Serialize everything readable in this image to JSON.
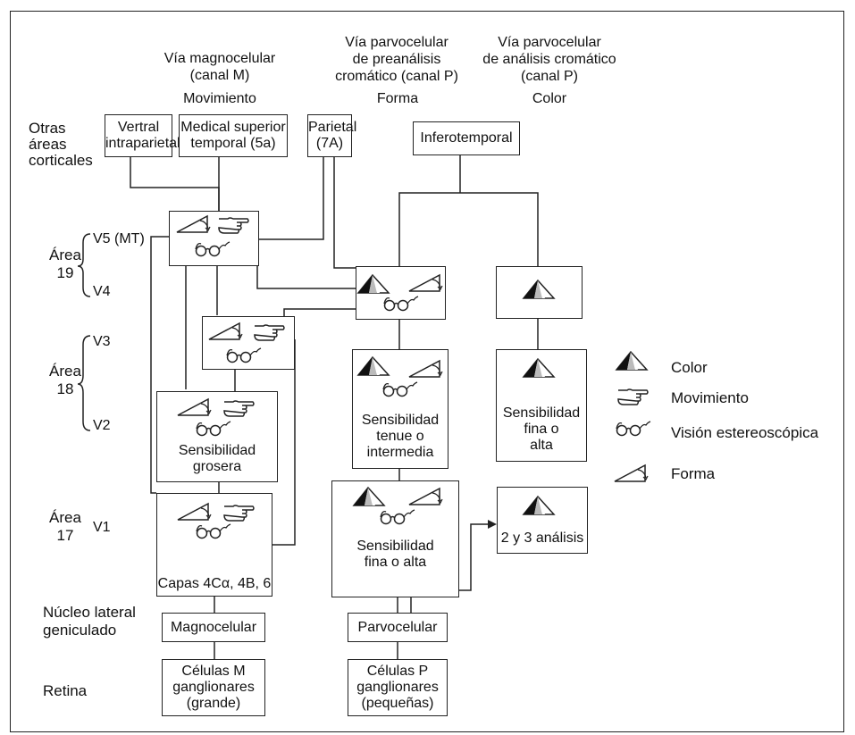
{
  "pathways": {
    "magno": "Vía magnocelular\n(canal M)",
    "parvo_pre": "Vía parvocelular\nde preanálisis\ncromático (canal P)",
    "parvo_an": "Vía parvocelular\nde análisis cromático\n(canal P)",
    "mov": "Movimiento",
    "forma": "Forma",
    "color": "Color"
  },
  "rows": {
    "otras": "Otras\náreas\ncorticales",
    "area19": "Área\n19",
    "area18": "Área\n18",
    "area17": "Área\n17",
    "nucleo": "Núcleo lateral\ngeniculado",
    "retina": "Retina",
    "v5": "V5 (MT)",
    "v4": "V4",
    "v3": "V3",
    "v2": "V2",
    "v1": "V1"
  },
  "boxes": {
    "vertral": "Vertral\nintraparietal",
    "medical": "Medical superior\ntemporal (5a)",
    "parietal": "Parietal\n(7A)",
    "infero": "Inferotemporal",
    "v2_mag": "Sensibilidad\ngrosera",
    "v1_mag": "Capas 4Cα, 4B, 6",
    "v2_parvo": "Sensibilidad\ntenue o\nintermedia",
    "v1_parvo": "Sensibilidad\nfina o alta",
    "v2_color": "Sensibilidad\nfina o\nalta",
    "v1_color": "2 y 3 análisis",
    "magnocelular": "Magnocelular",
    "parvocelular": "Parvocelular",
    "celulas_m": "Células M\nganglionares\n(grande)",
    "celulas_p": "Células P\nganglionares\n(pequeñas)"
  },
  "legend": {
    "color": "Color",
    "movimiento": "Movimiento",
    "vision": "Visión estereoscópica",
    "forma": "Forma"
  }
}
